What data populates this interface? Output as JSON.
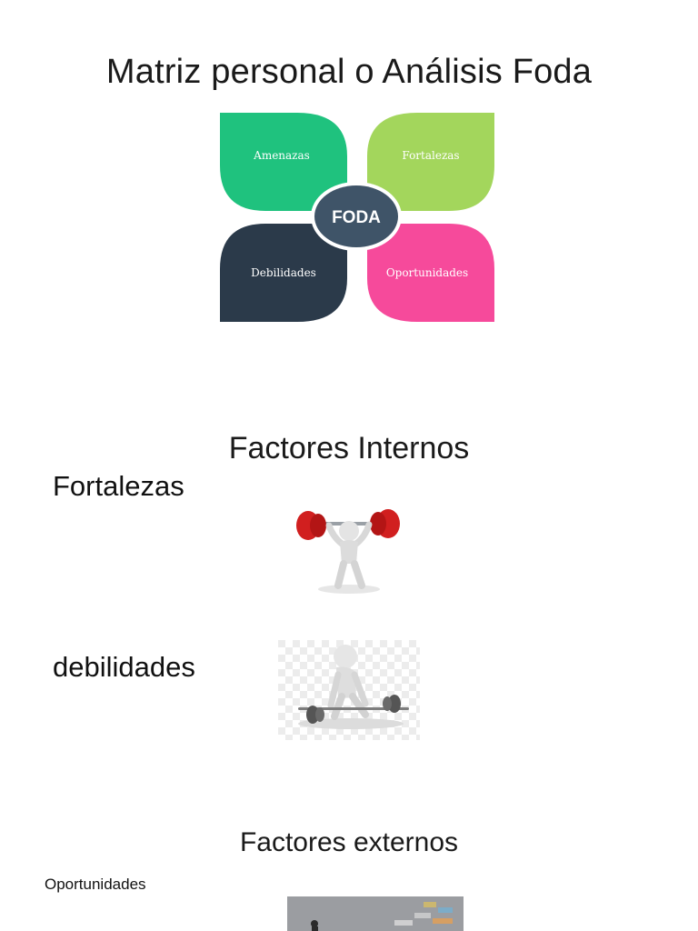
{
  "page": {
    "title": "Matriz personal o Análisis Foda"
  },
  "foda_diagram": {
    "center": "FODA",
    "petals": {
      "top_left": {
        "label": "Amenazas",
        "color": "#1fc27e"
      },
      "top_right": {
        "label": "Fortalezas",
        "color": "#a3d65c"
      },
      "bottom_left": {
        "label": "Debilidades",
        "color": "#2b3a4a"
      },
      "bottom_right": {
        "label": "Oportunidades",
        "color": "#f64a9b"
      }
    },
    "center_color": "#3f5468"
  },
  "internal": {
    "heading": "Factores Internos",
    "strengths_label": "Fortalezas",
    "weaknesses_label": "debilidades"
  },
  "external": {
    "heading": "Factores externos",
    "opportunities_label": "Oportunidades"
  }
}
